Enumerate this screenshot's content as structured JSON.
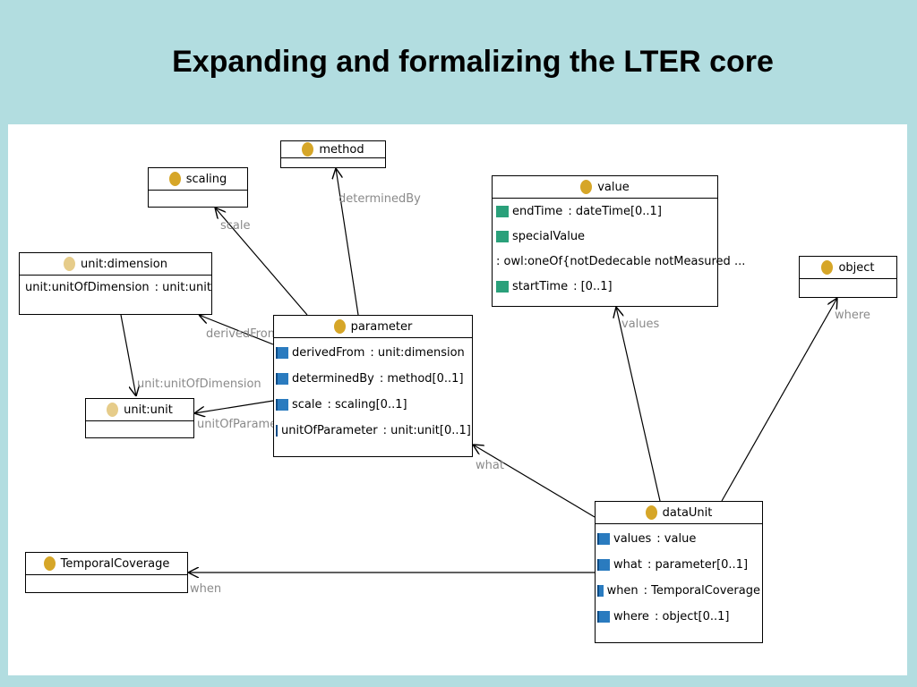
{
  "title": "Expanding and formalizing the LTER core",
  "classes": {
    "method": {
      "name": "method"
    },
    "scaling": {
      "name": "scaling"
    },
    "value": {
      "name": "value",
      "attrs": [
        {
          "name": "endTime",
          "type": ": dateTime[0..1]"
        },
        {
          "name": "specialValue",
          "type": ""
        },
        {
          "name": ": owl:oneOf{notDedecable notMeasured ...",
          "type": ""
        },
        {
          "name": "startTime",
          "type": ": [0..1]"
        }
      ]
    },
    "object": {
      "name": "object"
    },
    "unit_dimension": {
      "name": "unit:dimension",
      "attrs": [
        {
          "name": "unit:unitOfDimension",
          "type": ": unit:unit"
        }
      ]
    },
    "parameter": {
      "name": "parameter",
      "attrs": [
        {
          "name": "derivedFrom",
          "type": ": unit:dimension"
        },
        {
          "name": "determinedBy",
          "type": ": method[0..1]"
        },
        {
          "name": "scale",
          "type": ": scaling[0..1]"
        },
        {
          "name": "unitOfParameter",
          "type": ": unit:unit[0..1]"
        }
      ]
    },
    "unit_unit": {
      "name": "unit:unit"
    },
    "temporal": {
      "name": "TemporalCoverage"
    },
    "dataUnit": {
      "name": "dataUnit",
      "attrs": [
        {
          "name": "values",
          "type": ": value"
        },
        {
          "name": "what",
          "type": ": parameter[0..1]"
        },
        {
          "name": "when",
          "type": ": TemporalCoverage"
        },
        {
          "name": "where",
          "type": ": object[0..1]"
        }
      ]
    }
  },
  "edges": {
    "determinedBy": "determinedBy",
    "scale": "scale",
    "derivedFrom": "derivedFrom",
    "unitOfDimension": "unit:unitOfDimension",
    "unitOfParameter": "unitOfParameter",
    "values": "values",
    "where": "where",
    "what": "what",
    "when": "when"
  },
  "colors": {
    "background": "#b2dde0",
    "class_icon": "#d6a628",
    "attr_ref": "#2a7bbf",
    "attr_literal": "#2aa07a",
    "edge_label": "#8a8a8a"
  }
}
